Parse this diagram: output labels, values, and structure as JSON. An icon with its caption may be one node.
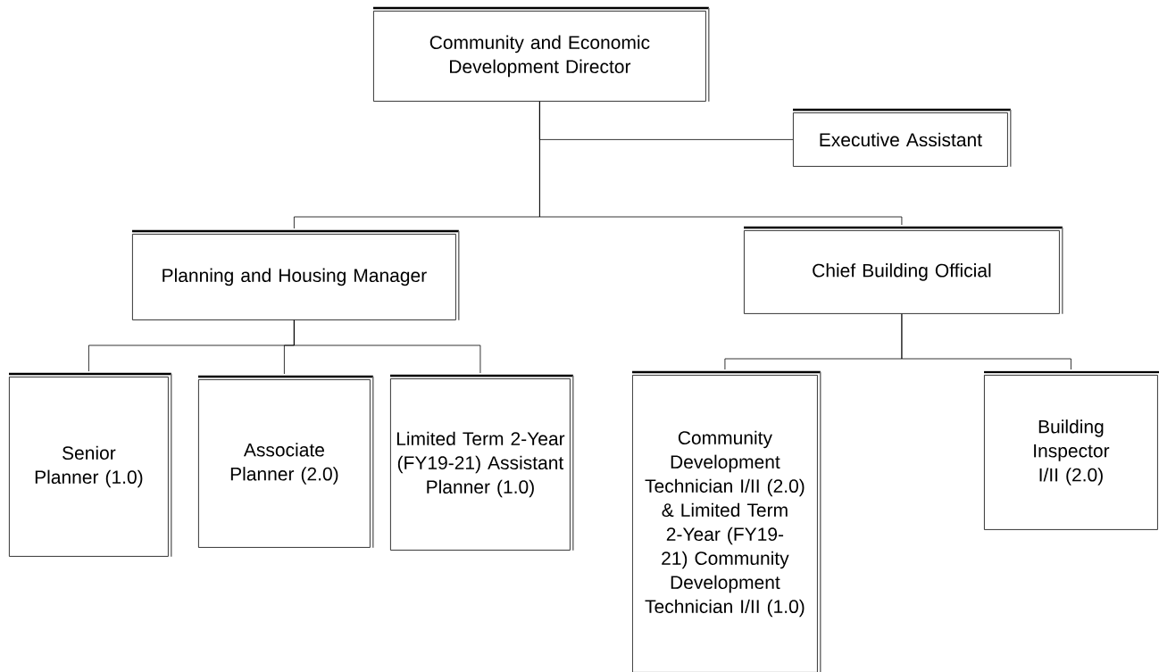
{
  "diagram": {
    "nodes": [
      {
        "text": [
          "Community and Economic Development Director"
        ]
      },
      {
        "text": [
          "Executive Assistant"
        ]
      },
      {
        "text": [
          "Planning and Housing Manager"
        ]
      },
      {
        "text": [
          "Chief Building Official"
        ]
      },
      {
        "text": [
          "Senior Planner (1.0)"
        ]
      },
      {
        "text": [
          "Associate Planner (2.0)"
        ]
      },
      {
        "text": [
          "Limited Term 2-Year (FY19-21) Assistant Planner (1.0)"
        ]
      },
      {
        "text": [
          "Community Development Technician I/II (2.0) & Limited Term 2-Year (FY19-21) Community Development Technician I/II (1.0)"
        ]
      },
      {
        "text": [
          "Building Inspector I/II (2.0)"
        ]
      }
    ],
    "edges": [
      {
        "from": 0,
        "to": 1,
        "arrow": "none"
      },
      {
        "from": 0,
        "to": 2,
        "arrow": "none"
      },
      {
        "from": 0,
        "to": 3,
        "arrow": "none"
      },
      {
        "from": 2,
        "to": 4,
        "arrow": "none"
      },
      {
        "from": 2,
        "to": 5,
        "arrow": "none"
      },
      {
        "from": 2,
        "to": 6,
        "arrow": "none"
      },
      {
        "from": 3,
        "to": 7,
        "arrow": "none"
      },
      {
        "from": 3,
        "to": 8,
        "arrow": "none"
      }
    ]
  }
}
